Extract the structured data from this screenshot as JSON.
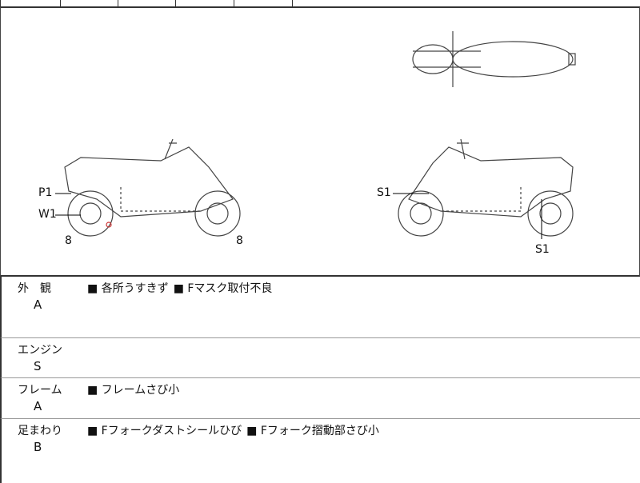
{
  "diagram": {
    "labels_left": {
      "p1": "P1",
      "w1": "W1",
      "front_count": "8",
      "rear_count": "8"
    },
    "labels_right": {
      "s1_front": "S1",
      "s1_rear": "S1"
    }
  },
  "sections": [
    {
      "category": "外　観",
      "grade": "A",
      "notes": [
        "■ 各所うすきず",
        "■ Fマスク取付不良"
      ]
    },
    {
      "category": "エンジン",
      "grade": "S",
      "notes": []
    },
    {
      "category": "フレーム",
      "grade": "A",
      "notes": [
        "■ フレームさび小"
      ]
    },
    {
      "category": "足まわり",
      "grade": "B",
      "notes": [
        "■ Fフォークダストシールひび",
        "■ Fフォーク摺動部さび小"
      ]
    }
  ]
}
